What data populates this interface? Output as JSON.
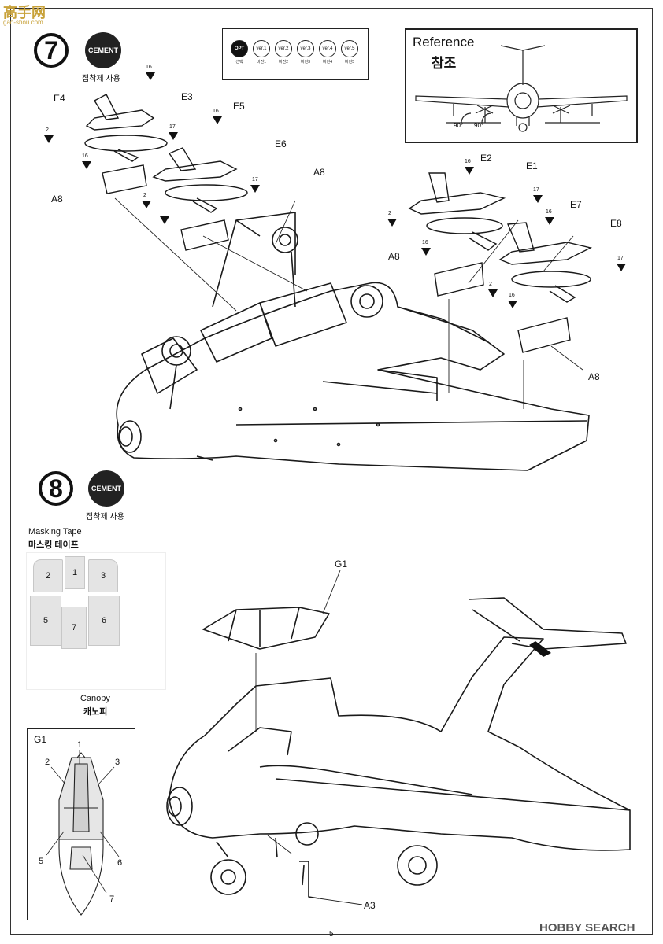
{
  "watermark_top": {
    "logo_text": "高手网",
    "url": "gao-shou.com"
  },
  "step7": {
    "number": "7",
    "cement": "CEMENT",
    "instruction": "접착제 사용"
  },
  "step8": {
    "number": "8",
    "cement": "CEMENT",
    "instruction": "접착제 사용"
  },
  "option_legend": {
    "items": [
      {
        "badge": "OPT",
        "caption": "선택"
      },
      {
        "badge": "ver.1",
        "caption": "버전1"
      },
      {
        "badge": "ver.2",
        "caption": "버전2"
      },
      {
        "badge": "ver.3",
        "caption": "버전3"
      },
      {
        "badge": "ver.4",
        "caption": "버전4"
      },
      {
        "badge": "ver.5",
        "caption": "버전5"
      }
    ]
  },
  "reference": {
    "title_en": "Reference",
    "title_ko": "참조",
    "angle1": "90°",
    "angle2": "90°"
  },
  "parts_step7": {
    "e4": "E4",
    "e3": "E3",
    "e5": "E5",
    "e6": "E6",
    "a8_left": "A8",
    "a8_mid": "A8",
    "e2": "E2",
    "e1": "E1",
    "e7": "E7",
    "e8": "E8",
    "a8_right_upper": "A8",
    "a8_right_lower": "A8",
    "num16a": "16",
    "num2a": "2",
    "num16b": "16",
    "num17a": "17",
    "num2b": "2",
    "num16c": "16",
    "num17b": "17",
    "num16d": "16",
    "num2c": "2",
    "num17c": "17",
    "num16e": "16",
    "num2d": "2",
    "num17d": "17",
    "num16f": "16",
    "num16g": "16"
  },
  "masking_tape": {
    "title_en": "Masking Tape",
    "title_ko": "마스킹 테이프",
    "pieces": [
      "1",
      "2",
      "3",
      "5",
      "6",
      "7"
    ]
  },
  "canopy": {
    "title_en": "Canopy",
    "title_ko": "캐노피"
  },
  "canopy_diagram": {
    "label": "G1",
    "nums": [
      "1",
      "2",
      "3",
      "5",
      "6",
      "7"
    ]
  },
  "parts_step8": {
    "g1": "G1",
    "a3": "A3"
  },
  "footer": {
    "page": "5",
    "watermark": "HOBBY SEARCH"
  }
}
